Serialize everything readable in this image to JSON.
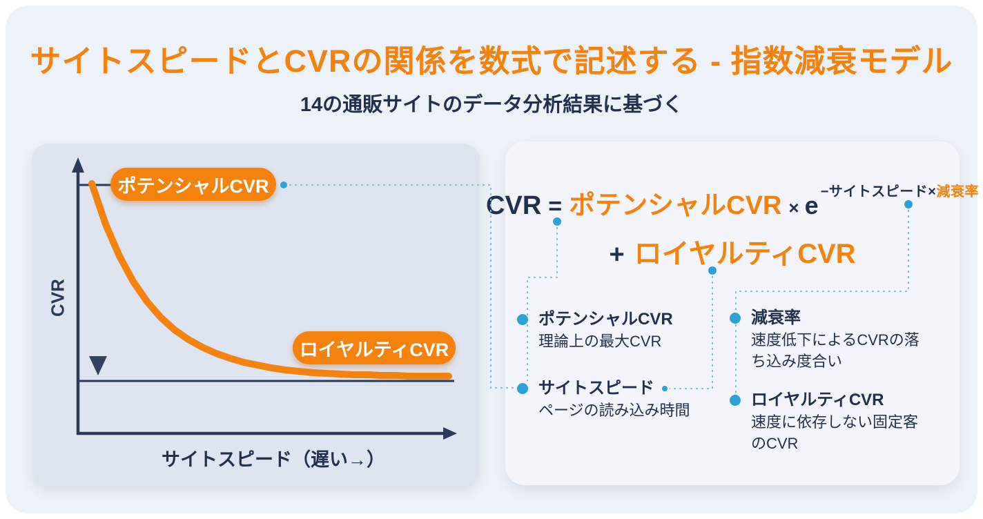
{
  "header": {
    "title": "サイトスピードとCVRの関係を数式で記述する - 指数減衰モデル",
    "subtitle": "14の通販サイトのデータ分析結果に基づく"
  },
  "chart_panel": {
    "y_axis_label": "CVR",
    "x_axis_label": "サイトスピード（遅い→）",
    "potential_label": "ポテンシャルCVR",
    "loyalty_label": "ロイヤルティCVR"
  },
  "formula": {
    "lhs": "CVR",
    "equals": "=",
    "potential_term": "ポテンシャルCVR",
    "multiply": "×",
    "euler": "e",
    "exponent_prefix": "−サイトスピード×",
    "exponent_decay": "減衰率",
    "plus": "+",
    "loyalty_term": "ロイヤルティCVR"
  },
  "definitions": [
    {
      "term": "ポテンシャルCVR",
      "description": "理論上の最大CVR"
    },
    {
      "term": "サイトスピード",
      "description": "ページの読み込み時間"
    },
    {
      "term": "減衰率",
      "description": "速度低下によるCVRの落ち込み度合い"
    },
    {
      "term": "ロイヤルティCVR",
      "description": "速度に依存しない固定客のCVR"
    }
  ],
  "colors": {
    "accent_orange": "#F5820D",
    "navy_text": "#22304E",
    "axis_navy": "#2B3A58",
    "teal_dot": "#2BA3D7",
    "dashed_line": "#7CC1E0",
    "card_bg": "#EDF1F8",
    "left_panel_bg": "#DEE4F0",
    "right_panel_bg": "#F3F5FA"
  }
}
